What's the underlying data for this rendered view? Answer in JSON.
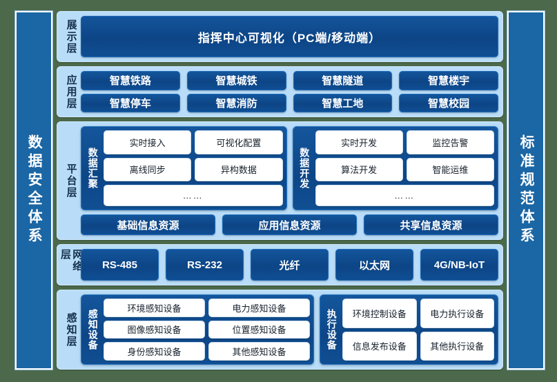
{
  "left_pillar": {
    "label": "数据安全体系"
  },
  "right_pillar": {
    "label": "标准规范体系"
  },
  "colors": {
    "page_background": "#4c6a4b",
    "pillar": "#1b66a4",
    "layer_panel": "#b9ddf8",
    "block_navy": "#0d4586",
    "chip_white": "#ffffff",
    "layer_label_text": "#14304d"
  },
  "layers": [
    {
      "name": "presentation",
      "label": "展示层",
      "banner": "指挥中心可视化（PC端/移动端）"
    },
    {
      "name": "application",
      "label": "应用层",
      "items": [
        "智慧铁路",
        "智慧城铁",
        "智慧隧道",
        "智慧楼宇",
        "智慧停车",
        "智慧消防",
        "智慧工地",
        "智慧校园"
      ]
    },
    {
      "name": "platform",
      "label": "平台层",
      "groups": [
        {
          "label": "数据汇聚",
          "items": [
            "实时接入",
            "可视化配置",
            "离线同步",
            "异构数据"
          ],
          "more": "……"
        },
        {
          "label": "数据开发",
          "items": [
            "实时开发",
            "监控告警",
            "算法开发",
            "智能运维"
          ],
          "more": "……"
        }
      ],
      "resources": [
        "基础信息资源",
        "应用信息资源",
        "共享信息资源"
      ]
    },
    {
      "name": "network",
      "label": "网络层",
      "items": [
        "RS-485",
        "RS-232",
        "光纤",
        "以太网",
        "4G/NB-IoT"
      ]
    },
    {
      "name": "perception",
      "label": "感知层",
      "groups": [
        {
          "label": "感知设备",
          "items": [
            "环境感知设备",
            "电力感知设备",
            "图像感知设备",
            "位置感知设备",
            "身份感知设备",
            "其他感知设备"
          ]
        },
        {
          "label": "执行设备",
          "items": [
            "环境控制设备",
            "电力执行设备",
            "信息发布设备",
            "其他执行设备"
          ]
        }
      ]
    }
  ]
}
